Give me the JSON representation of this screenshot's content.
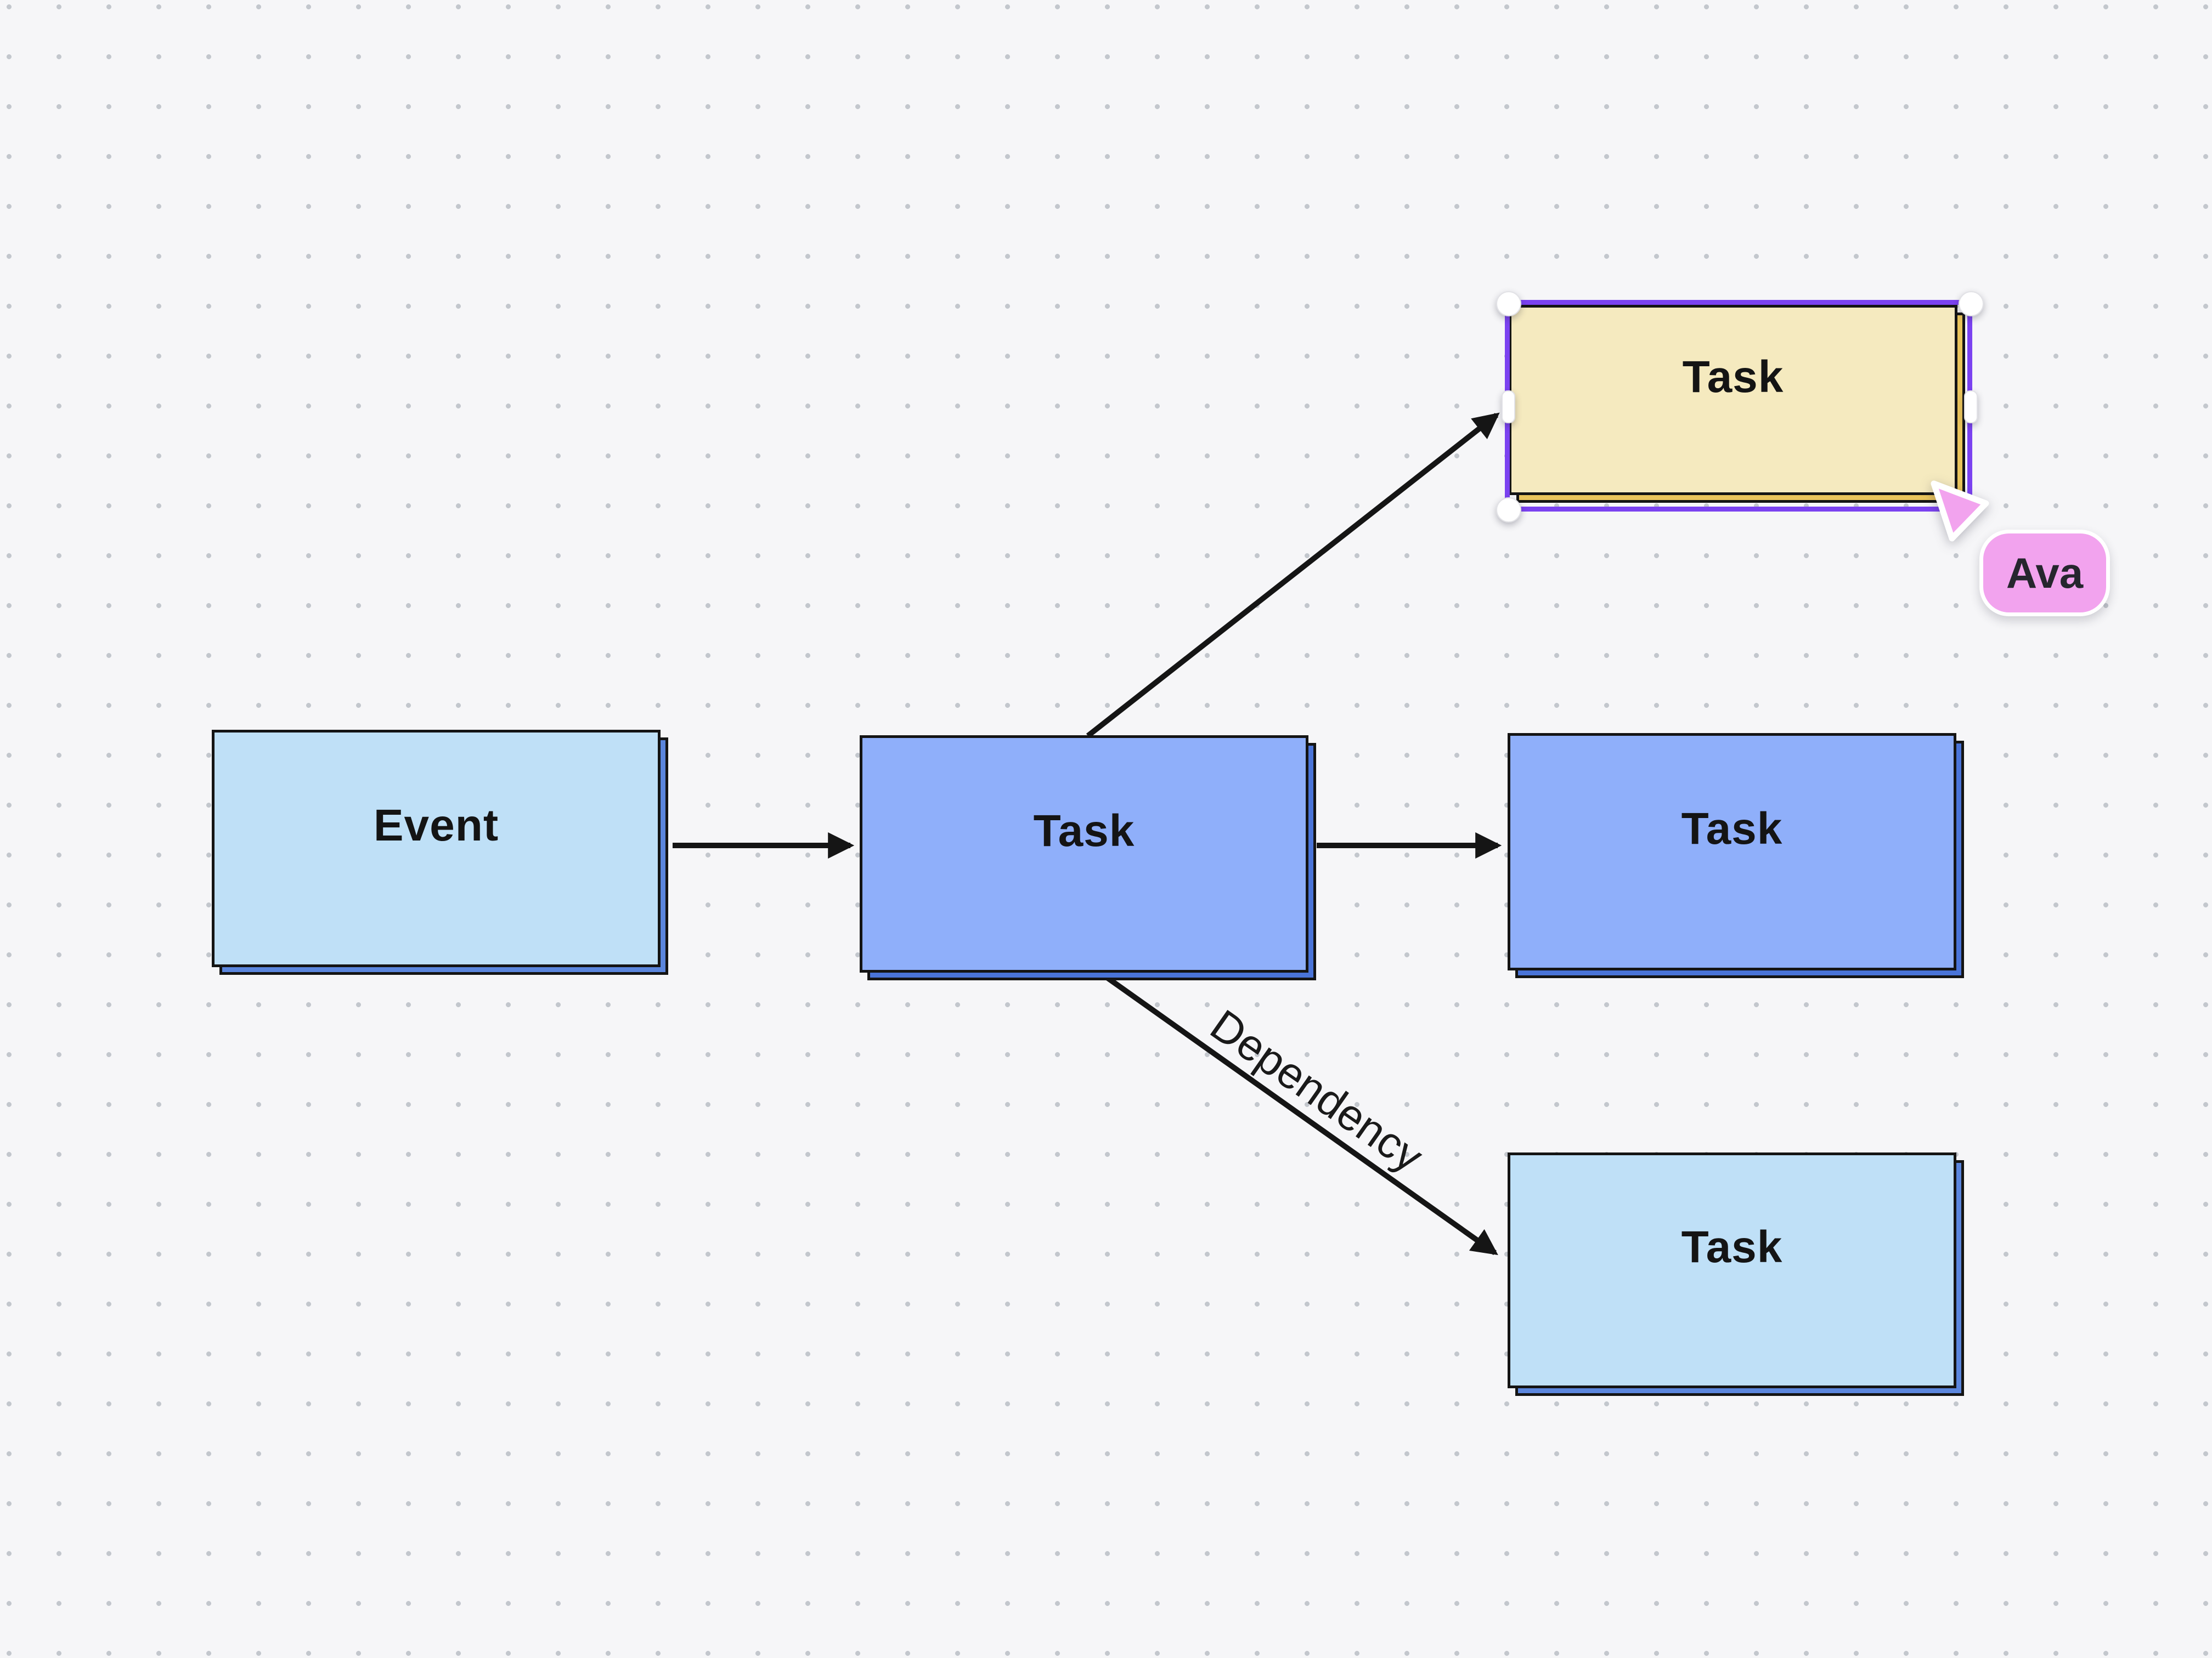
{
  "canvas": {
    "background_color": "#f6f6f8",
    "dot_color": "#c3c7cd"
  },
  "nodes": {
    "event": {
      "label": "Event",
      "fill": "#bfe0f7",
      "stack_shadow": "#5b86dd"
    },
    "task_center": {
      "label": "Task",
      "fill": "#8faffa",
      "stack_shadow": "#4a74d8"
    },
    "task_top": {
      "label": "Task",
      "fill": "#f5eabf",
      "stack_shadow": "#e9c45c",
      "selected": true
    },
    "task_right": {
      "label": "Task",
      "fill": "#8faffa",
      "stack_shadow": "#4a74d8"
    },
    "task_bottom": {
      "label": "Task",
      "fill": "#bfe0f7",
      "stack_shadow": "#5b86dd"
    }
  },
  "edges": {
    "dependency_label": "Dependency",
    "stroke_color": "#151515"
  },
  "selection": {
    "outline_color": "#7b42f0"
  },
  "collaborator": {
    "name": "Ava",
    "cursor_color": "#f2a3ee"
  }
}
